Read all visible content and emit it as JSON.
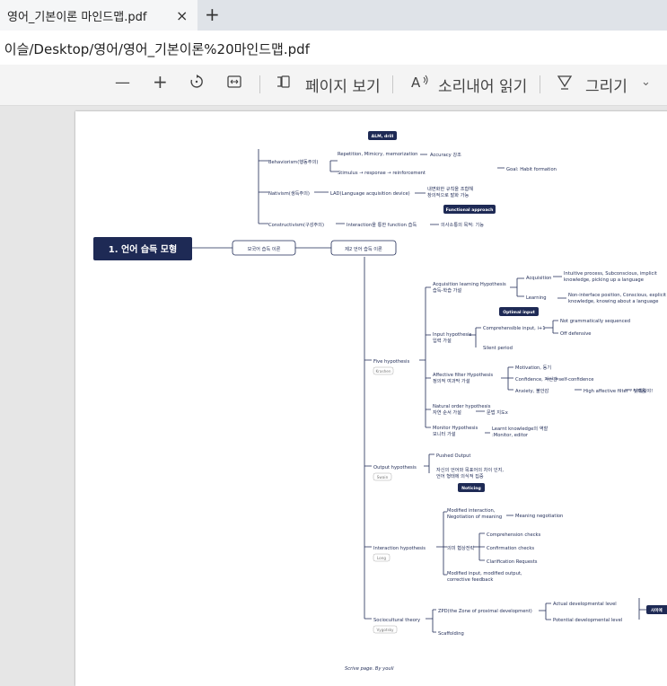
{
  "browser": {
    "tab_title": "영어_기본이론 마인드맵.pdf",
    "close_glyph": "×",
    "new_tab_glyph": "+",
    "address": " 이슬/Desktop/영어/영어_기본이론%20마인드맵.pdf"
  },
  "toolbar": {
    "zoom_out": "—",
    "zoom_in": "+",
    "page_view_label": "페이지 보기",
    "read_aloud_label": "소리내어 읽기",
    "draw_label": "그리기",
    "draw_dropdown": "⌄"
  },
  "mindmap": {
    "root": "1. 언어 습득 모형",
    "branch1": "모국어 습득 이론",
    "branch2": "제2 언어 습득 이론",
    "behaviorism": "Behaviorism(행동주의)",
    "badge_alm": "ALM, drill",
    "rep": "Repetition, Mimicry, memorization",
    "accuracy": "Accuracy 강조",
    "stimulus": "Stimulus → response → reinforcement",
    "goal": "Goal: Habit formation",
    "nativism": "Nativism(생득주의)",
    "lad": "LAD(Language acquisition device)",
    "lad_note1": "내면화한 규칙을 조합해",
    "lad_note2": "창의적으로 발화 가능",
    "badge_func": "Functional approach",
    "constructivism": "Constructivism(구성주의)",
    "interaction_func": "Interaction을 통한 function 습득",
    "comm": "의사소통의 목적: 기능",
    "five": "Five hypothesis",
    "krashen": "Krashen",
    "alh": "Acquisition learning Hypothesis",
    "alh_ko": "습득-학습 가설",
    "acquisition": "Acquisition",
    "acq_desc1": "Intuitive process, Subconscious, implicit",
    "acq_desc2": "knowledge, picking up a language",
    "learning": "Learning",
    "learn_desc1": "Non-interface position, Conscious, explicit",
    "learn_desc2": "knowledge, knowing about a language",
    "badge_optimal": "Optimal input",
    "input_h": "Input hypothesis",
    "input_h_ko": "입력 가설",
    "comprehensible": "Comprehensible input, i+1",
    "not_gram": "Not grammatically sequenced",
    "off_def": "Off defensive",
    "silent": "Silent period",
    "aff": "Affective filter Hypothesis",
    "aff_ko": "정의적 여과막 가설",
    "motivation": "Motivation, 동기",
    "confidence": "Confidence, 자신감",
    "self_conf": "=self-confidence",
    "anxiety": "Anxiety, 불안감",
    "high_aff": "High affective filter - 두려움",
    "low": "낮춰줘야!",
    "natural": "Natural order hypothesis",
    "natural_ko": "자연 순서 가설",
    "natural_note": "문법 지도x",
    "monitor": "Monitor Hypothesis",
    "monitor_ko": "모니터 가설",
    "monitor_note1": "Learnt knowledge의 역할",
    "monitor_note2": ":Monitor, editor",
    "output": "Output hypothesis",
    "swain": "Swain",
    "pushed": "Pushed Output",
    "out_note1": "자신의 언어와 목표어의 차이 인지,",
    "out_note2": "언어 형태에 의식적 집중",
    "badge_noticing": "Noticing",
    "interaction": "Interaction hypothesis",
    "long": "Long",
    "mod_int1": "Modified interaction,",
    "mod_int2": "Negotiation of meaning",
    "meaning_neg": "Meaning negotiation",
    "meaning_ko": "의미 협상전략",
    "comp_checks": "Comprehension checks",
    "conf_checks": "Confirmation checks",
    "clar": "Clarification Requests",
    "mod_input1": "Modified input, modified output,",
    "mod_input2": "corrective feedback",
    "socio": "Sociocultural theory",
    "vygotsky": "Vygotsky",
    "zpd": "ZPD(the Zone of proximal development)",
    "actual": "Actual developmental level",
    "potential": "Potential developmental level",
    "badge_cut": "사이에",
    "scaffolding": "Scaffolding",
    "footer": "Scrive page. By youli"
  },
  "colors": {
    "navy": "#1e2a55",
    "tab_bg": "#f5f6f7",
    "viewer_bg": "#e6e6e6"
  }
}
